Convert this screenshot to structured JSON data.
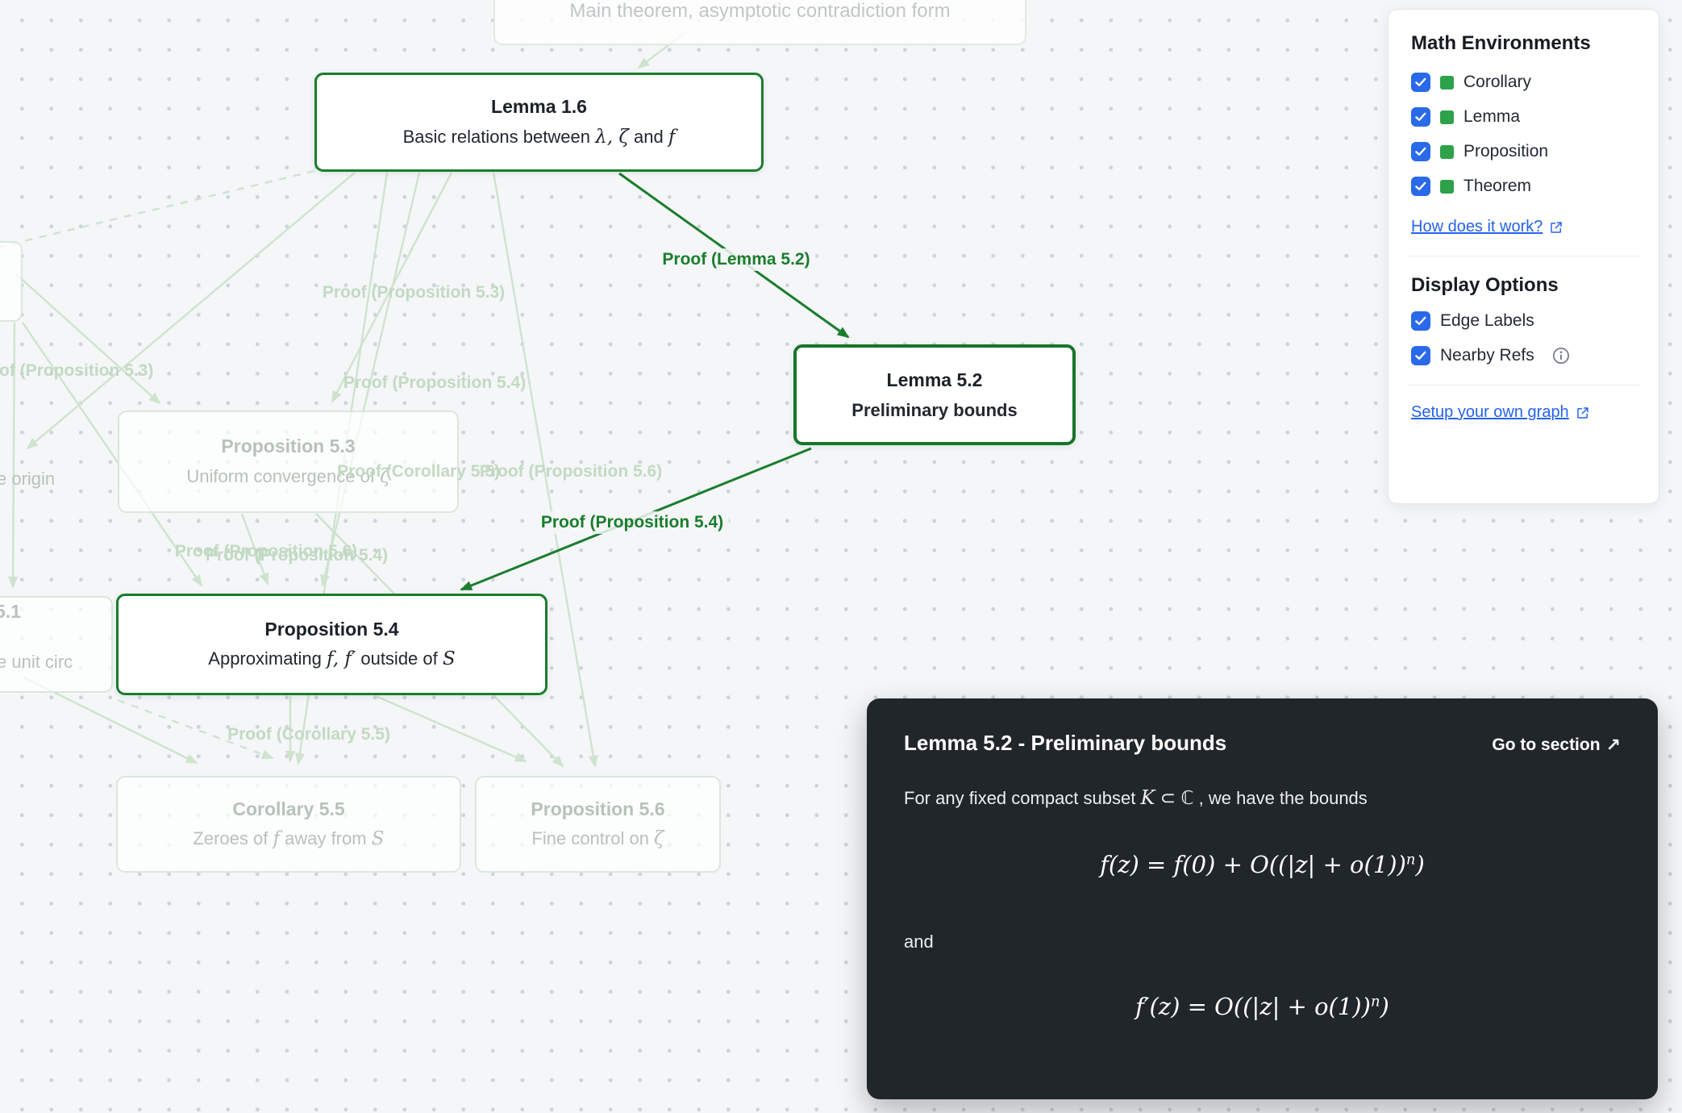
{
  "graph": {
    "colors": {
      "active_green": "#1a7d2d",
      "faded_green": "#cfe3cf",
      "legend_green": "#2ea24a",
      "link_blue": "#2563eb"
    },
    "nodes": {
      "main_theorem": {
        "title": "Main theorem, asymptotic contradiction form"
      },
      "lemma_1_6": {
        "title": "Lemma 1.6",
        "sub": [
          "Basic relations between ",
          "λ, ζ",
          " and ",
          "f"
        ]
      },
      "lemma_5_2": {
        "title": "Lemma 5.2",
        "subtitle": "Preliminary bounds"
      },
      "prop_5_3": {
        "title": "Proposition 5.3",
        "sub": [
          "Uniform convergence of ",
          "ζ"
        ]
      },
      "prop_5_4": {
        "title": "Proposition 5.4",
        "sub": [
          "Approximating ",
          "f, f′",
          " outside of ",
          "S"
        ]
      },
      "cor_5_5": {
        "title": "Corollary 5.5",
        "sub": [
          "Zeroes of ",
          "f",
          " away from ",
          "S"
        ]
      },
      "prop_5_6": {
        "title": "Proposition 5.6",
        "sub": [
          "Fine control on ",
          "ζ"
        ]
      },
      "fragments": {
        "origin_sub": "e origin",
        "theorem_num": "5.1",
        "theorem_sub": "e unit circ"
      }
    },
    "edge_labels": {
      "active_lemma52": "Proof (Lemma 5.2)",
      "active_prop54": "Proof (Proposition 5.4)",
      "faded_prop53": "Proof (Proposition 5.3)",
      "faded_prop53_cut": "of (Proposition 5.3)",
      "faded_prop54_a": "Proof (Proposition 5.4)",
      "faded_cor55_a": "Proof (Corollary 5.5)",
      "faded_prop56_a": "Proof (Proposition 5.6)",
      "faded_prop56_b": "Proof (Proposition 5.6)",
      "faded_prop54_b": "Proof (Proposition 5.4)",
      "faded_cor55_b": "Proof (Corollary 5.5)"
    }
  },
  "panel": {
    "title": "Math Environments",
    "env_items": [
      {
        "label": "Corollary"
      },
      {
        "label": "Lemma"
      },
      {
        "label": "Proposition"
      },
      {
        "label": "Theorem"
      }
    ],
    "how_link": "How does it work?",
    "display_title": "Display Options",
    "display_items": [
      {
        "label": "Edge Labels"
      },
      {
        "label": "Nearby Refs"
      }
    ],
    "setup_link": "Setup your own graph"
  },
  "detail": {
    "title": "Lemma 5.2 - Preliminary bounds",
    "goto": "Go to section",
    "goto_arrow": "↗",
    "intro": [
      "For any fixed compact subset ",
      "K",
      " ⊂ ℂ",
      " , we have the bounds"
    ],
    "formula1": [
      "f(z) = f(0) + O((|z| + o(1))",
      "n",
      ")"
    ],
    "and": "and",
    "formula2": [
      "f′(z) = O((|z| + o(1))",
      "n",
      ")"
    ]
  }
}
